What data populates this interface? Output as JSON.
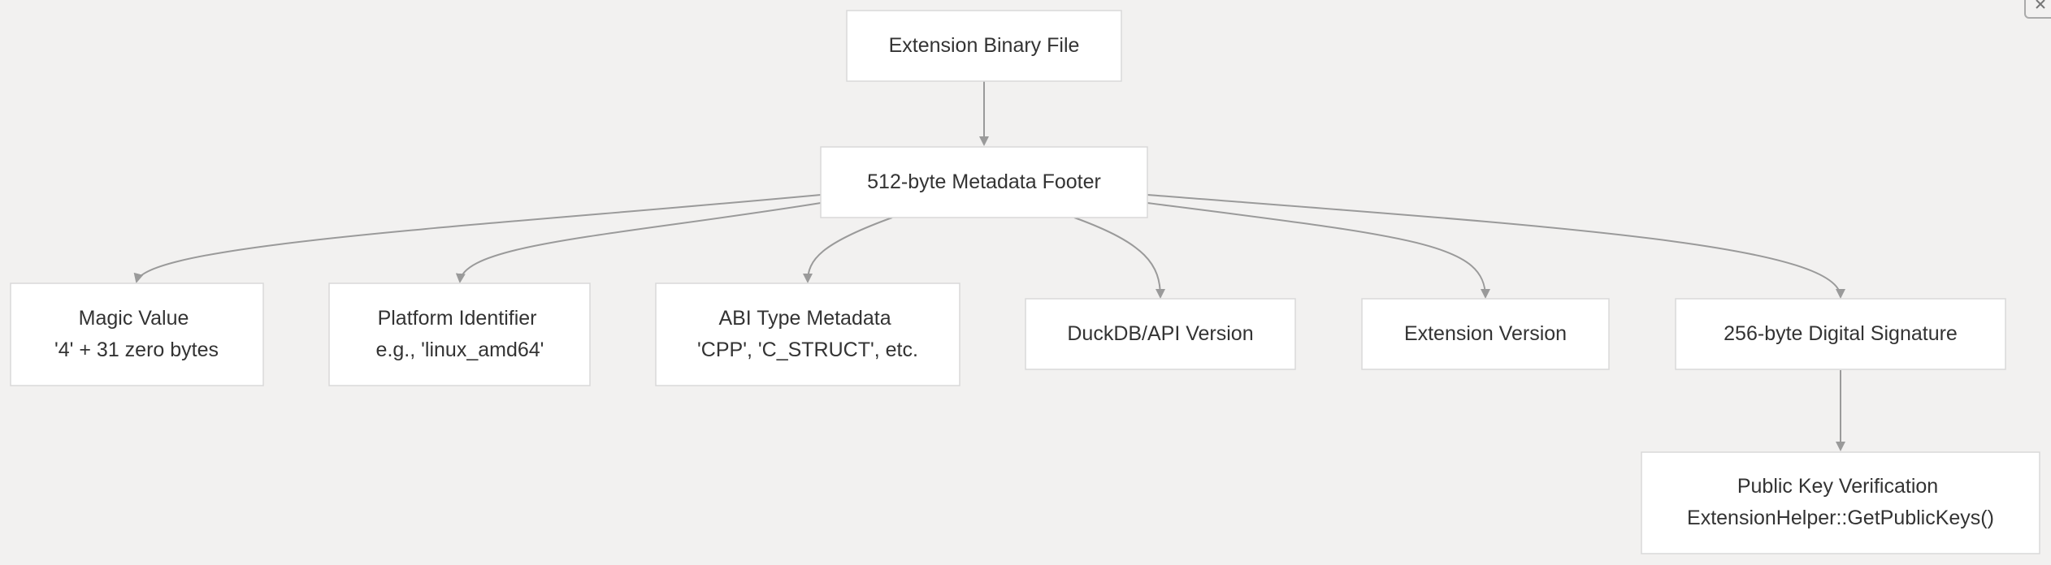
{
  "diagram": {
    "nodes": [
      {
        "id": "binary",
        "lines": [
          "Extension Binary File"
        ]
      },
      {
        "id": "footer",
        "lines": [
          "512-byte Metadata Footer"
        ]
      },
      {
        "id": "magic",
        "lines": [
          "Magic Value",
          "'4' + 31 zero bytes"
        ]
      },
      {
        "id": "platform",
        "lines": [
          "Platform Identifier",
          "e.g., 'linux_amd64'"
        ]
      },
      {
        "id": "abi",
        "lines": [
          "ABI Type Metadata",
          "'CPP', 'C_STRUCT', etc."
        ]
      },
      {
        "id": "duckdb",
        "lines": [
          "DuckDB/API Version"
        ]
      },
      {
        "id": "extver",
        "lines": [
          "Extension Version"
        ]
      },
      {
        "id": "sig",
        "lines": [
          "256-byte Digital Signature"
        ]
      },
      {
        "id": "pubkey",
        "lines": [
          "Public Key Verification",
          "ExtensionHelper::GetPublicKeys()"
        ]
      }
    ],
    "edges": [
      {
        "from": "binary",
        "to": "footer"
      },
      {
        "from": "footer",
        "to": "magic"
      },
      {
        "from": "footer",
        "to": "platform"
      },
      {
        "from": "footer",
        "to": "abi"
      },
      {
        "from": "footer",
        "to": "duckdb"
      },
      {
        "from": "footer",
        "to": "extver"
      },
      {
        "from": "footer",
        "to": "sig"
      },
      {
        "from": "sig",
        "to": "pubkey"
      }
    ]
  },
  "icons": {
    "close": "close-icon"
  }
}
